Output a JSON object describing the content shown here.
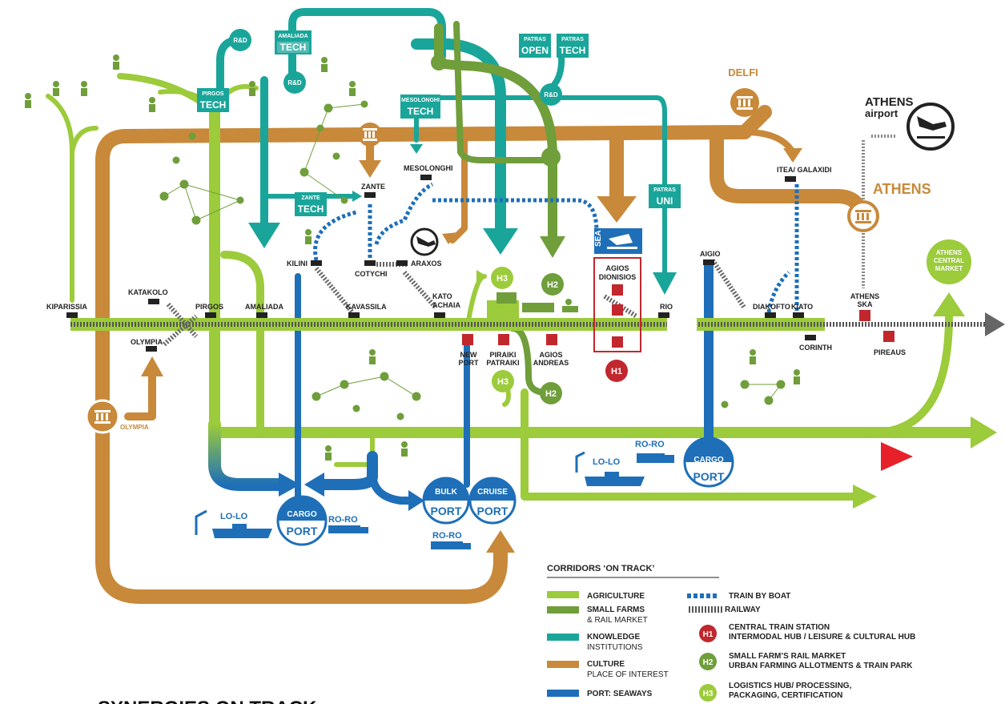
{
  "colors": {
    "agriculture": "#9ccb3b",
    "small_farms": "#6f9e3a",
    "knowledge": "#1aa59a",
    "culture": "#c8893a",
    "seaways": "#1e6fb8",
    "hub_red": "#c1272d",
    "station": "#222222"
  },
  "icons": [
    "museum-icon",
    "airport-icon",
    "truck-icon",
    "ship-icon",
    "crane-icon",
    "farmer-icon"
  ],
  "stations": {
    "kiparissia": "KIPARISSIA",
    "katakolo": "KATAKOLO",
    "olympia_st": "OLYMPIA",
    "pirgos": "PIRGOS",
    "amaliada": "AMALIADA",
    "kilini": "KILINI",
    "kavassila": "KAVASSILA",
    "zante": "ZANTE",
    "cotychi": "COTYCHI",
    "araxos": "ARAXOS",
    "mesolonghi": "MESOLONGHI",
    "kato_achaia_1": "KATO",
    "kato_achaia_2": "ACHAIA",
    "new_port_1": "NEW",
    "new_port_2": "PORT",
    "piraiki_1": "PIRAIKI",
    "piraiki_2": "PATRAIKI",
    "agios_andreas_1": "AGIOS",
    "agios_andreas_2": "ANDREAS",
    "agios_dionisios_1": "AGIOS",
    "agios_dionisios_2": "DIONISIOS",
    "rio": "RIO",
    "aigio": "AIGIO",
    "itea": "ITEA/ GALAXIDI",
    "diakofto": "DIAKOFTO",
    "kiato": "KIATO",
    "corinth": "CORINTH",
    "athens_ska_1": "ATHENS",
    "athens_ska_2": "SKA",
    "pireaus": "PIREAUS"
  },
  "tags": {
    "rd": "R&D",
    "amaliada_tech_city": "AMALIADA",
    "tech": "TECH",
    "pirgos_tech_city": "PIRGOS",
    "patras": "PATRAS",
    "open": "OPEN",
    "mesolonghi_tech_city": "MESOLONGHI",
    "zante_tech_city": "ZANTE",
    "uni": "UNI",
    "sea": "SEA"
  },
  "places": {
    "delfi": "DELFI",
    "athens_airport_1": "ATHENS",
    "athens_airport_2": "airport",
    "athens": "ATHENS",
    "athens_market_1": "ATHENS",
    "athens_market_2": "CENTRAL",
    "athens_market_3": "MARKET",
    "olympia": "OLYMPIA"
  },
  "hubs": {
    "h1": "H1",
    "h2": "H2",
    "h3": "H3"
  },
  "ports": {
    "cargo": "CARGO",
    "port": "PORT",
    "bulk": "BULK",
    "cruise": "CRUISE",
    "lolo": "LO-LO",
    "roro": "RO-RO"
  },
  "legend": {
    "title": "CORRIDORS ‘ON TRACK’",
    "agriculture": "AGRICULTURE",
    "small_farms": "SMALL FARMS",
    "rail_market": "& RAIL MARKET",
    "knowledge": "KNOWLEDGE",
    "institutions": "INSTITUTIONS",
    "culture": "CULTURE",
    "place_of_interest": "PLACE OF INTEREST",
    "port_seaways": "PORT: SEAWAYS",
    "train_by_boat": "TRAIN BY BOAT",
    "railway": "RAILWAY",
    "h1_a": "CENTRAL TRAIN STATION",
    "h1_b": "INTERMODAL HUB / LEISURE & CULTURAL HUB",
    "h2_a": "SMALL FARM’S RAIL MARKET",
    "h2_b": "URBAN FARMING ALLOTMENTS & TRAIN PARK",
    "h3_a": "LOGISTICS HUB/ PROCESSING,",
    "h3_b": "PACKAGING, CERTIFICATION"
  },
  "page_title": "SYNERGIES ON TRACK"
}
